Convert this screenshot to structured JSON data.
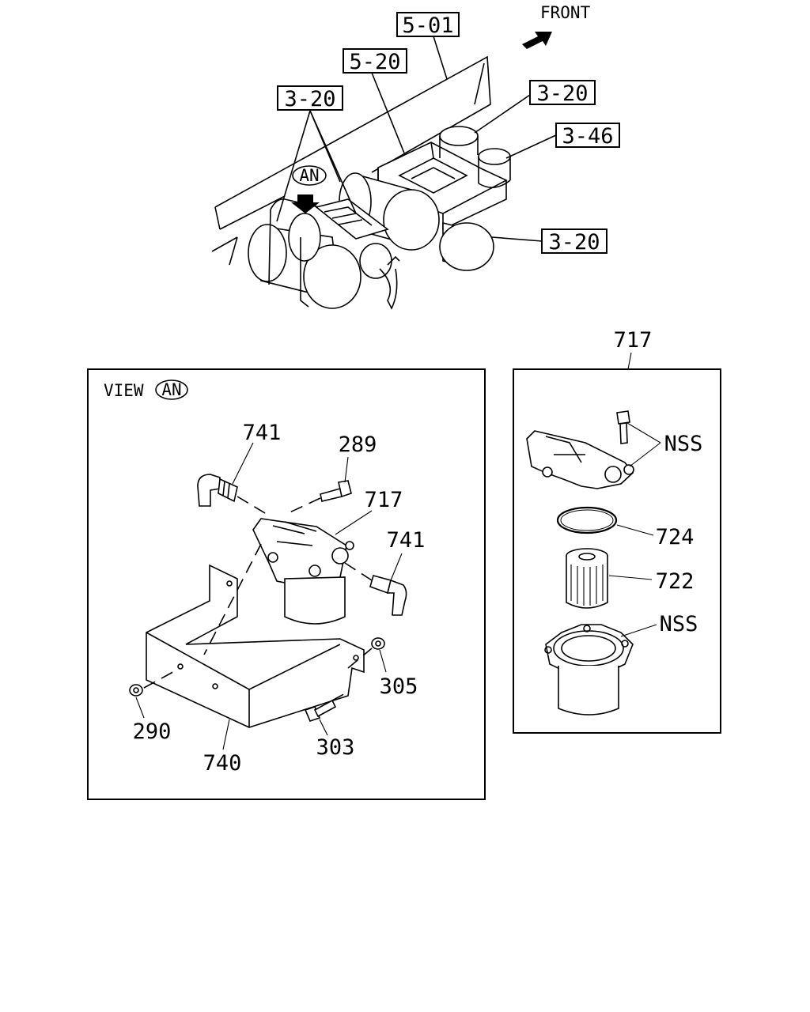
{
  "direction_label": "FRONT",
  "ref_labels": {
    "frame": "5-01",
    "bracket": "5-20",
    "tanks_left": "3-20",
    "tank_top_right": "3-20",
    "tank_right_cyl": "3-46",
    "tank_bottom_right": "3-20"
  },
  "view_marker": "AN",
  "view_panel": {
    "title": "VIEW",
    "marker": "AN",
    "parts": {
      "elbow_left": "741",
      "bolt_top": "289",
      "filter_head": "717",
      "elbow_right": "741",
      "nut_right": "305",
      "nut_left": "290",
      "bracket": "740",
      "bolt_bottom": "303"
    }
  },
  "detail_panel": {
    "title_number": "717",
    "parts": {
      "head_bolts": "NSS",
      "o_ring": "724",
      "element": "722",
      "bowl": "NSS"
    }
  }
}
